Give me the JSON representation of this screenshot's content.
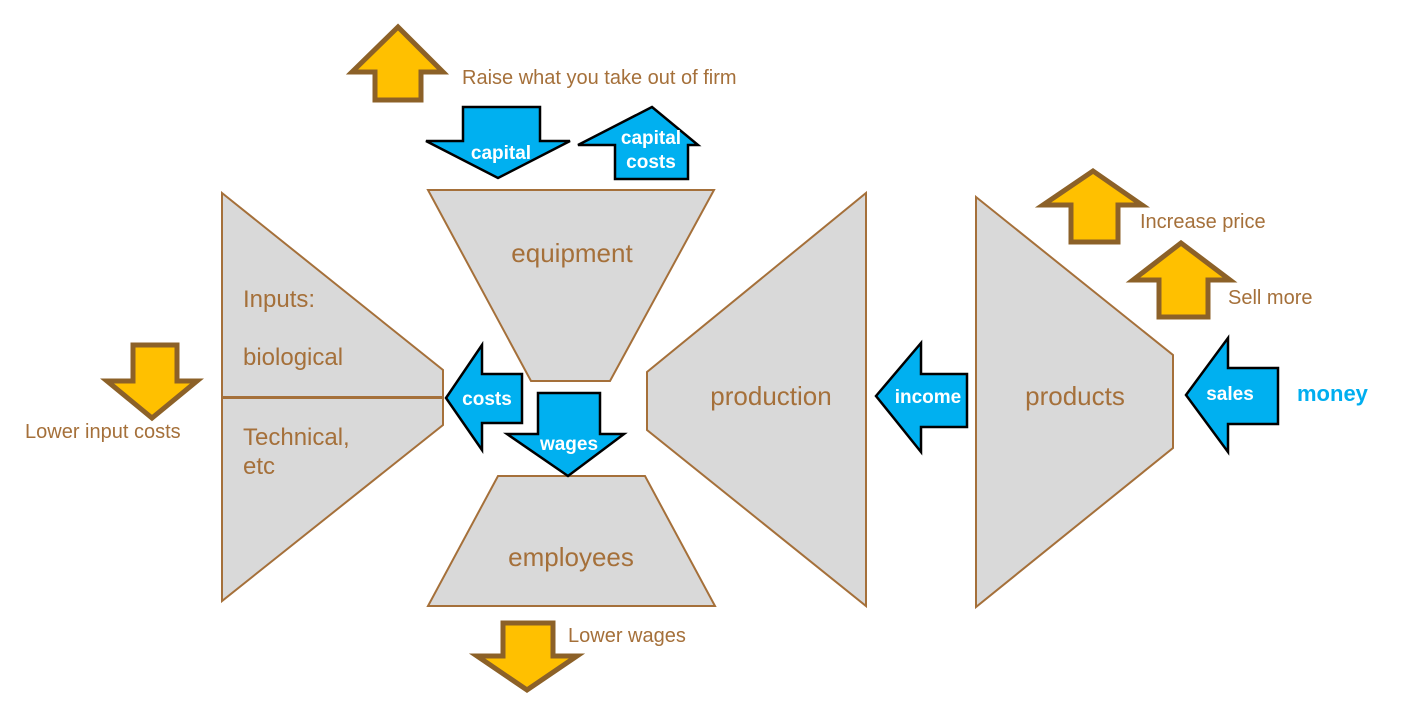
{
  "title": "Firm costs and income flow diagram",
  "colors": {
    "background": "#FFFFFF",
    "shape_fill": "#D9D9D9",
    "shape_stroke": "#A5703A",
    "brown_text": "#A5703A",
    "yellow_arrow_fill": "#FFC000",
    "yellow_arrow_stroke": "#8C6128",
    "blue_arrow_fill": "#00B0F0",
    "blue_arrow_stroke": "#000000",
    "money_text": "#00AEEF"
  },
  "shapes": {
    "equipment": "equipment",
    "inputs_line1": "Inputs:",
    "inputs_line2": "biological",
    "inputs_line3": "Technical,",
    "inputs_line4": "etc",
    "employees": "employees",
    "production": "production",
    "products": "products"
  },
  "blue_arrows": {
    "capital": "capital",
    "capital_costs_line1": "capital",
    "capital_costs_line2": "costs",
    "costs": "costs",
    "wages": "wages",
    "income": "income",
    "sales": "sales"
  },
  "annotations": {
    "raise_take_out": "Raise what you take out of firm",
    "lower_input_costs": "Lower input costs",
    "lower_wages": "Lower wages",
    "increase_price": "Increase price",
    "sell_more": "Sell more",
    "money": "money"
  }
}
